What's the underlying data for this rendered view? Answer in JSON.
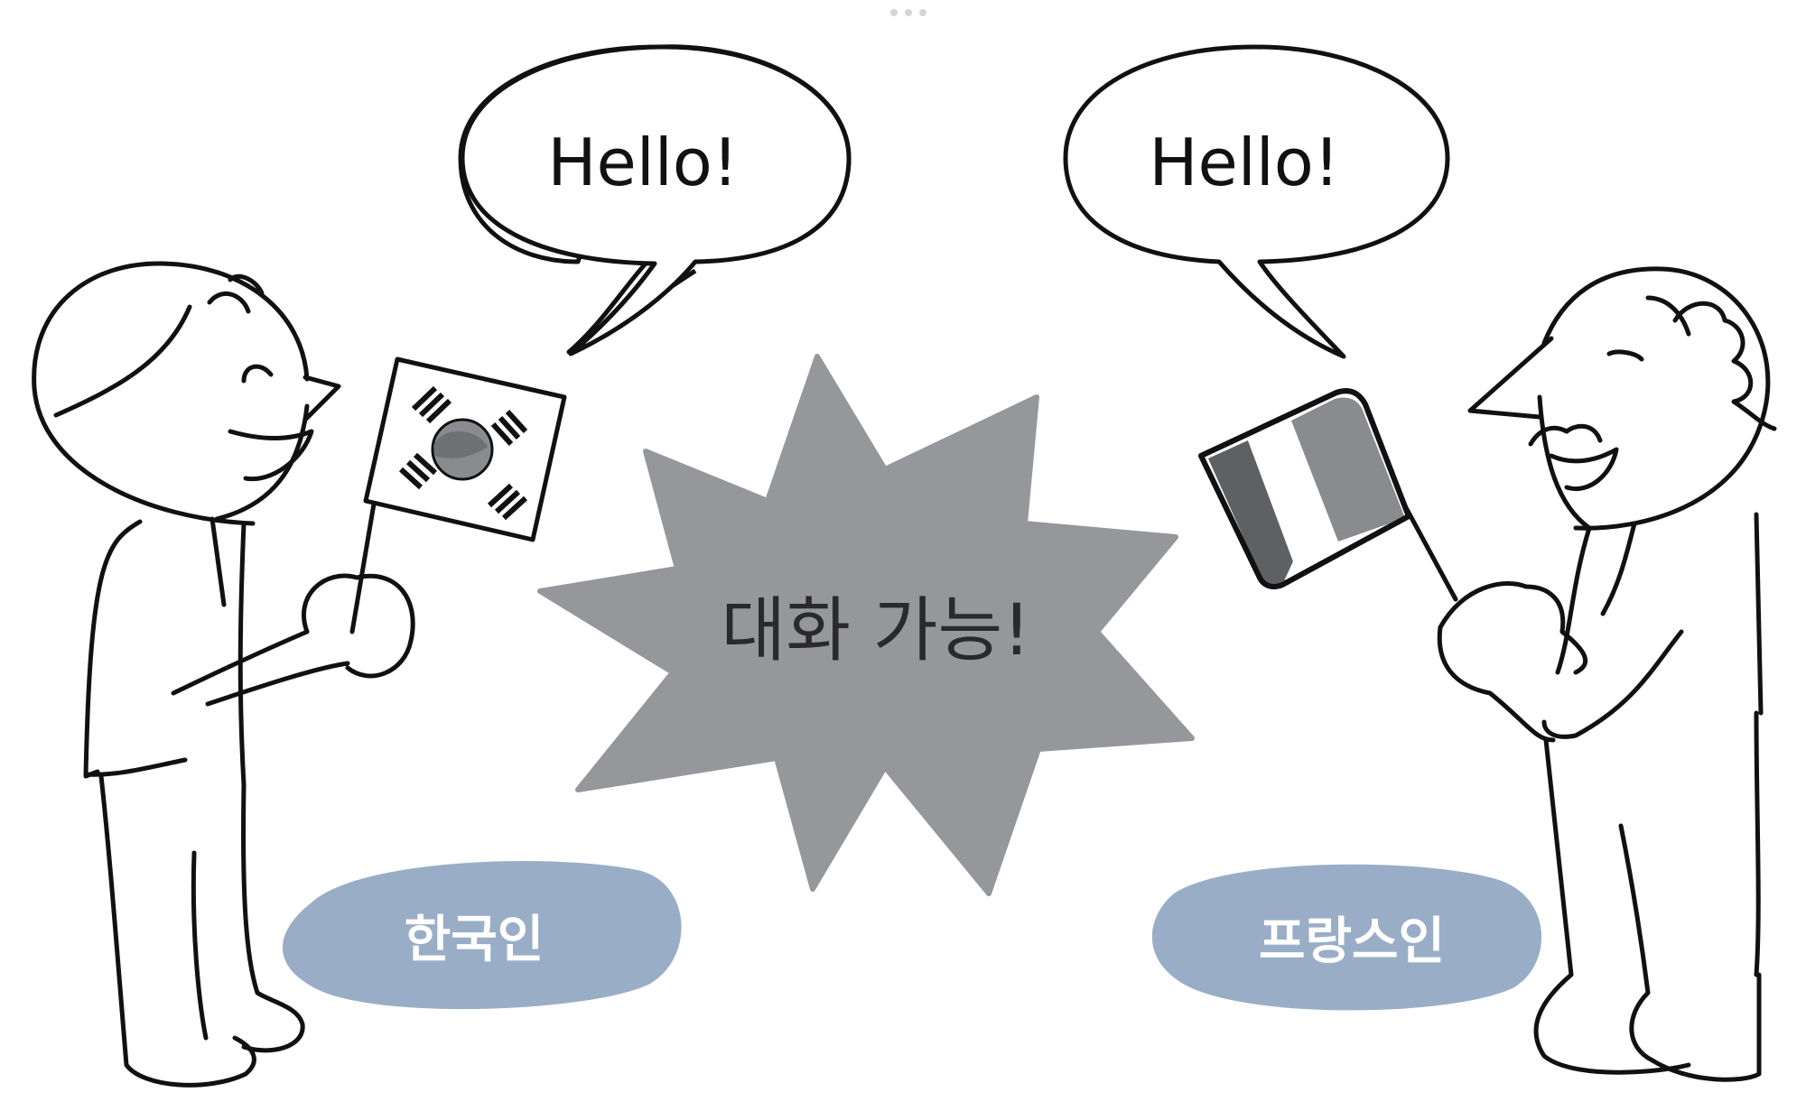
{
  "speech": {
    "left": "Hello!",
    "right": "Hello!"
  },
  "burst": {
    "text": "대화 가능!",
    "color": "#96979b"
  },
  "labels": {
    "left": "한국인",
    "right": "프랑스인",
    "color": "#99aec6"
  },
  "flags": {
    "left_icon": "south-korea-flag-icon",
    "right_icon": "france-flag-icon"
  }
}
